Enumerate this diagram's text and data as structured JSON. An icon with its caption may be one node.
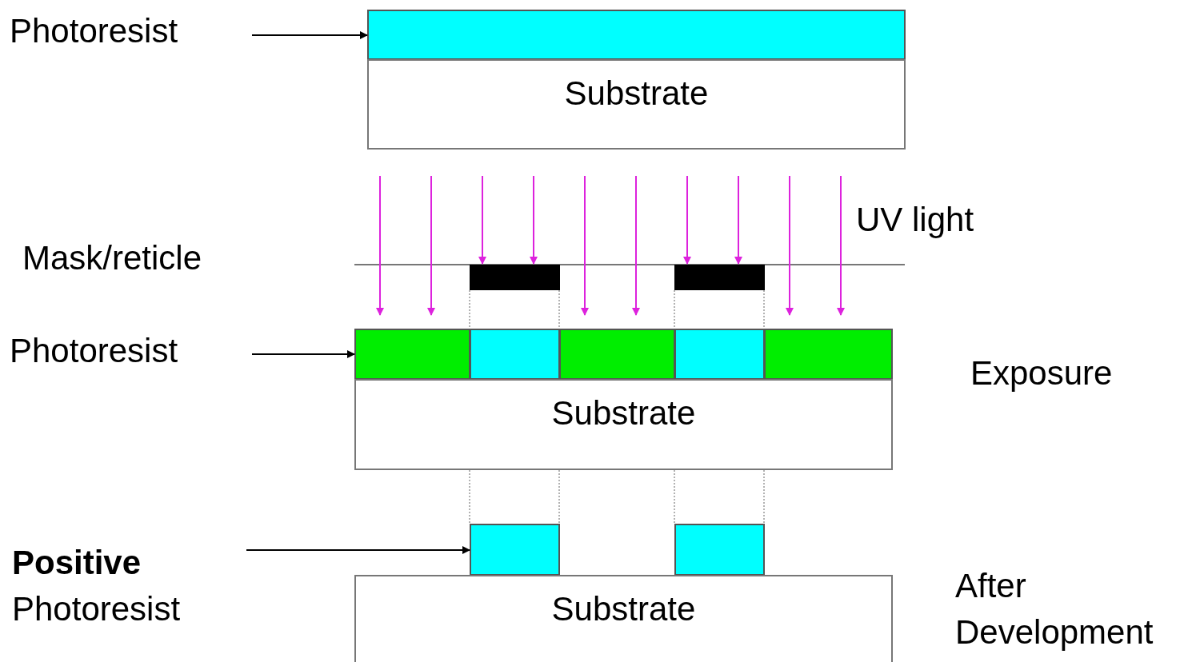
{
  "diagram": {
    "nodes": [
      {
        "text": [
          "Photoresist"
        ]
      },
      {
        "text": [],
        "shape": "bar"
      },
      {
        "text": [
          "Substrate"
        ]
      },
      {
        "text": [
          "Photoresist"
        ]
      },
      {
        "text": [],
        "shape": "bar"
      },
      {
        "text": [
          "Substrate"
        ]
      },
      {
        "text": [
          "**Positive** Photoresist"
        ]
      },
      {
        "text": [],
        "shape": "bar"
      },
      {
        "text": [],
        "shape": "bar"
      },
      {
        "text": [
          "Substrate"
        ]
      }
    ],
    "edges": [
      {
        "from": 0,
        "to": 1,
        "arrow": "to"
      },
      {
        "from": 3,
        "to": 4,
        "arrow": "to"
      },
      {
        "from": 6,
        "to": 7,
        "arrow": "to"
      }
    ],
    "labels": [
      "UV light",
      "Mask/reticle",
      "Exposure",
      "After Development"
    ]
  }
}
